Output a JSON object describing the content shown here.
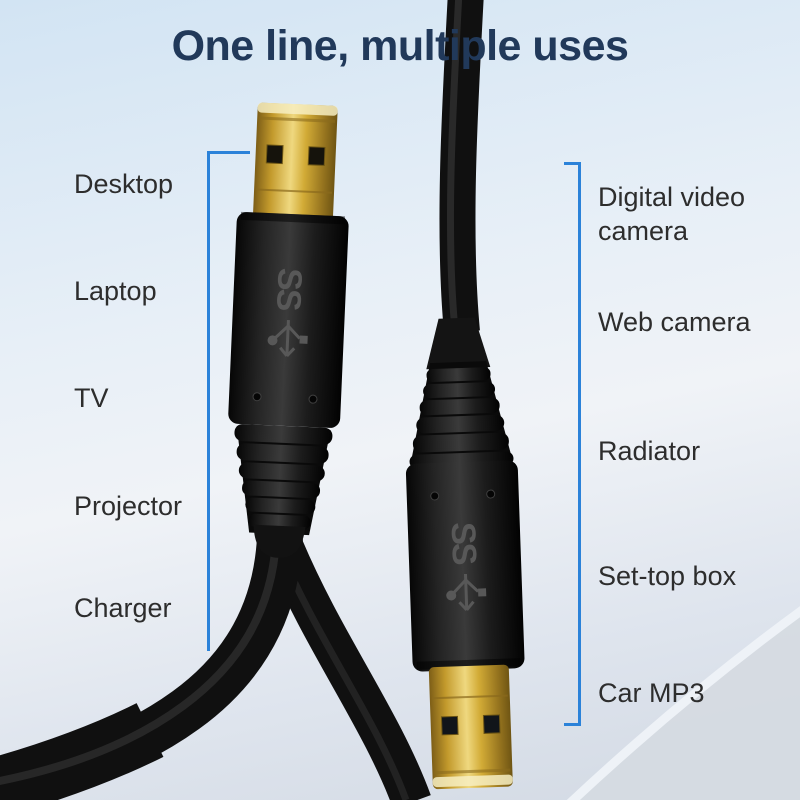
{
  "title": "One line, multiple uses",
  "left_labels": [
    "Desktop",
    "Laptop",
    "TV",
    "Projector",
    "Charger"
  ],
  "right_labels": [
    "Digital video camera",
    "Web camera",
    "Radiator",
    "Set-top box",
    "Car MP3"
  ],
  "connector_marking": "SS",
  "colors": {
    "accent_blue": "#2b82d9",
    "title_navy": "#21395a",
    "label_gray": "#2d2d2d",
    "gold_plug": "#d4af37",
    "cable_black": "#101010",
    "background_top": "#d2e4f3",
    "background_bottom": "#d2d9e3"
  }
}
